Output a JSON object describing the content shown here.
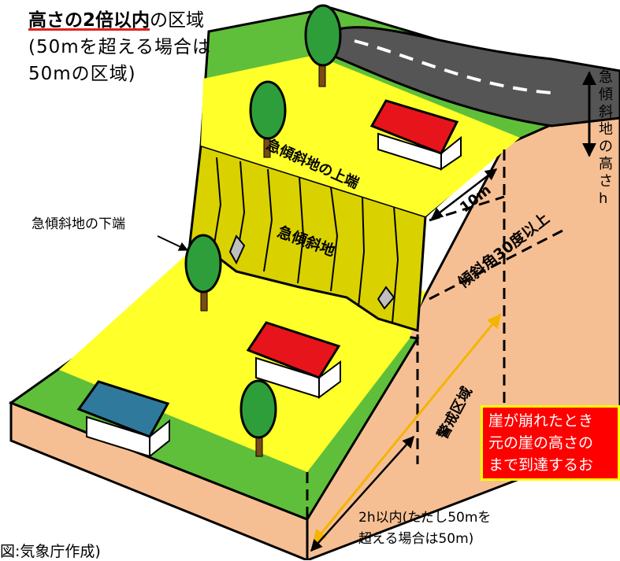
{
  "title": {
    "emphasis": "高さの2倍以内",
    "rest": "の区域",
    "line2": "(50mを超える場合は",
    "line3": "50mの区域)"
  },
  "labels": {
    "top_edge": "急傾斜地の上端",
    "slope": "急傾斜地",
    "bottom_edge": "急傾斜地の下端",
    "distance_10m": "10m",
    "angle": "傾斜角30度以上",
    "height": "急傾斜地の高さh",
    "warning_zone": "警戒区域",
    "range_line1": "2h以内(ただし50mを",
    "range_line2": "超える場合は50m)",
    "source": "図:気象庁作成)"
  },
  "warning_box": {
    "lines": [
      "崖が崩れたとき",
      "元の崖の高さの",
      "まで到達するお"
    ]
  },
  "colors": {
    "grass": "#5fbf3a",
    "yellow_zone": "#ffff2a",
    "cliff": "#d9d200",
    "soil": "#f6bf93",
    "road": "#555555",
    "roof_red": "#e8141b",
    "roof_blue": "#2f7a9c",
    "tree": "#2e9e3a",
    "trunk": "#7a4a16",
    "arrow_orange": "#f5b400",
    "warning_box": "#ff0000"
  }
}
